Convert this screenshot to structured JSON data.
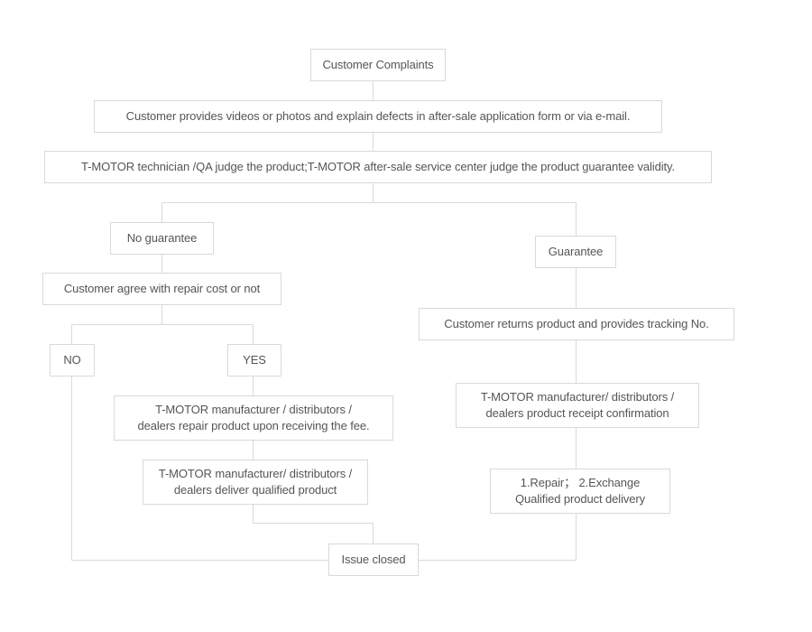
{
  "flowchart": {
    "nodes": {
      "customer_complaints": "Customer Complaints",
      "provide_evidence": "Customer provides videos or photos and explain defects in after-sale application form or via e-mail.",
      "judge_product": "T-MOTOR technician /QA judge the product;T-MOTOR after-sale service center judge the product  guarantee  validity.",
      "no_guarantee": "No guarantee",
      "guarantee": "Guarantee",
      "agree_repair_cost": "Customer agree with repair cost or not",
      "no": "NO",
      "yes": "YES",
      "repair_upon_fee": "T-MOTOR manufacturer / distributors /\ndealers repair product upon receiving the fee.",
      "deliver_qualified": "T-MOTOR manufacturer/ distributors /\ndealers deliver qualified product",
      "returns_tracking": "Customer returns product and provides tracking No.",
      "receipt_confirmation": "T-MOTOR manufacturer/ distributors /\ndealers product receipt confirmation",
      "repair_exchange": "1.Repair；  2.Exchange\nQualified  product delivery",
      "issue_closed": "Issue closed"
    },
    "colors": {
      "border": "#d9d9d9",
      "text": "#555555",
      "background": "#ffffff"
    }
  }
}
